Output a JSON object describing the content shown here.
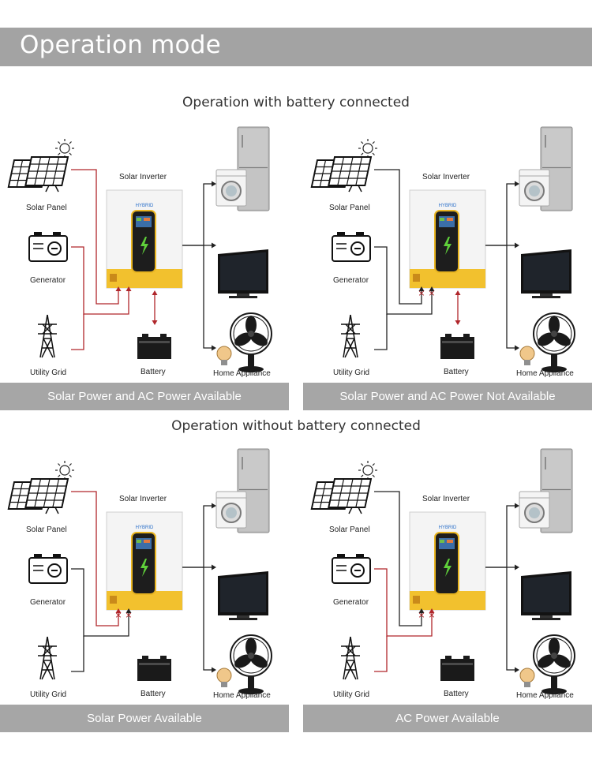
{
  "header": {
    "title": "Operation mode"
  },
  "sections": [
    {
      "title": "Operation with battery connected"
    },
    {
      "title": "Operation without battery connected"
    }
  ],
  "labels": {
    "solar_panel": "Solar Panel",
    "generator": "Generator",
    "utility_grid": "Utility Grid",
    "solar_inverter": "Solar Inverter",
    "battery": "Battery",
    "home_appliance": "Home Appliance",
    "brand": "HYBRID"
  },
  "panels": [
    {
      "caption": "Solar Power and AC Power Available"
    },
    {
      "caption": "Solar Power and AC Power Not Available"
    },
    {
      "caption": "Solar Power Available"
    },
    {
      "caption": "AC Power Available"
    }
  ],
  "colors": {
    "active_line": "#b0262b",
    "inactive_line": "#222222",
    "header_bg": "#a3a3a3",
    "caption_bg": "#a6a6a6",
    "inverter_yellow": "#f2c12e"
  }
}
